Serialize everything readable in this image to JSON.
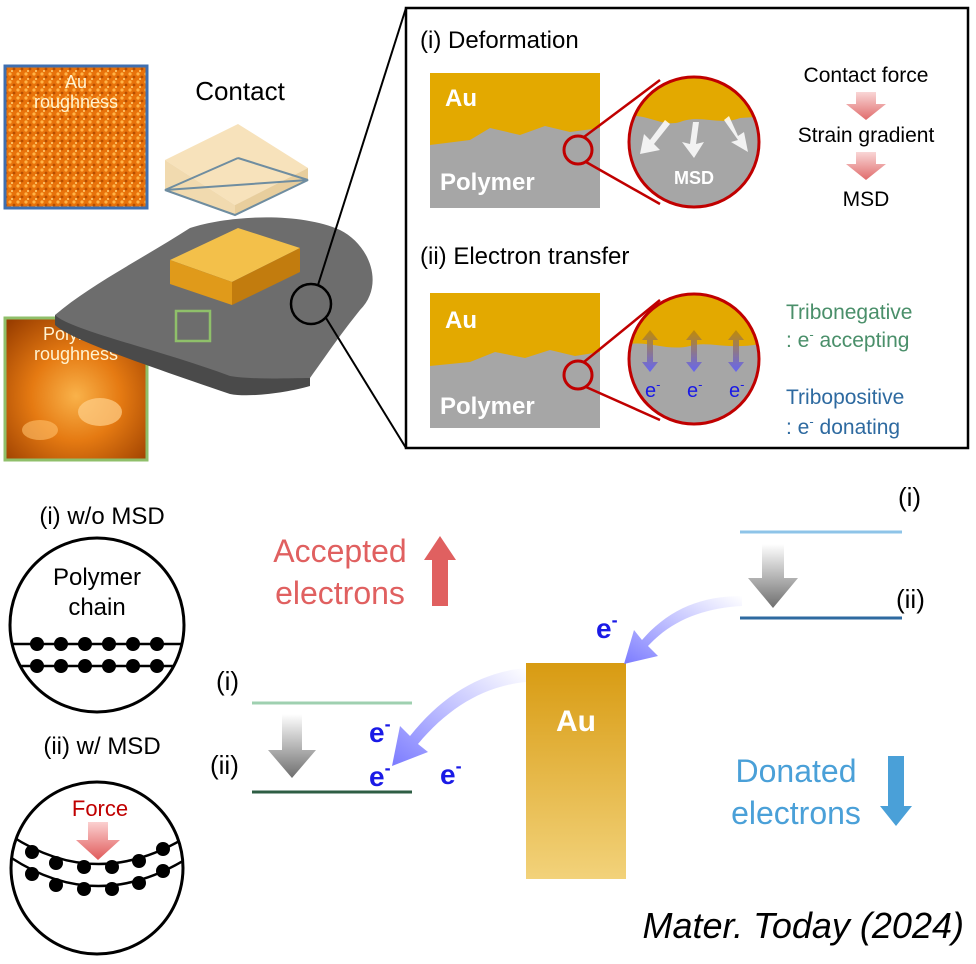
{
  "top": {
    "au_roughness_label": "Au roughness",
    "polymer_roughness_label": "Polymer roughness",
    "contact_label": "Contact"
  },
  "panel": {
    "deformation": {
      "title": "(i) Deformation",
      "au_label": "Au",
      "polymer_label": "Polymer",
      "msd_label": "MSD",
      "flow": [
        "Contact force",
        "Strain gradient",
        "MSD"
      ]
    },
    "electron_transfer": {
      "title": "(ii) Electron transfer",
      "au_label": "Au",
      "polymer_label": "Polymer",
      "electron_labels": [
        "e",
        "e",
        "e"
      ],
      "electron_superscript": "-",
      "tribonegative_title": "Tribonegative",
      "tribonegative_desc_prefix": ": e",
      "tribonegative_desc_suffix": " accepting",
      "tribopositive_title": "Tribopositive",
      "tribopositive_desc_prefix": ": e",
      "tribopositive_desc_suffix": " donating"
    }
  },
  "bottom": {
    "wo_msd_title": "(i) w/o MSD",
    "polymer_chain_line1": "Polymer",
    "polymer_chain_line2": "chain",
    "w_msd_title": "(ii) w/ MSD",
    "force_label": "Force",
    "accepted_line1": "Accepted",
    "accepted_line2": "electrons",
    "donated_line1": "Donated",
    "donated_line2": "electrons",
    "left_level_i": "(i)",
    "left_level_ii": "(ii)",
    "right_level_i": "(i)",
    "right_level_ii": "(ii)",
    "au_block_label": "Au",
    "electron_symbol": "e",
    "electron_sup": "-",
    "citation": "Mater. Today (2024)"
  },
  "colors": {
    "gold": "#e3a900",
    "polymer_gray": "#a6a6a6",
    "red_circle": "#c00000",
    "tribonegative": "#4a8f6a",
    "tribopositive": "#2e6aa0",
    "accepted": "#e06060",
    "donated": "#4aa0d8",
    "electron_blue": "#1a1ae6"
  }
}
